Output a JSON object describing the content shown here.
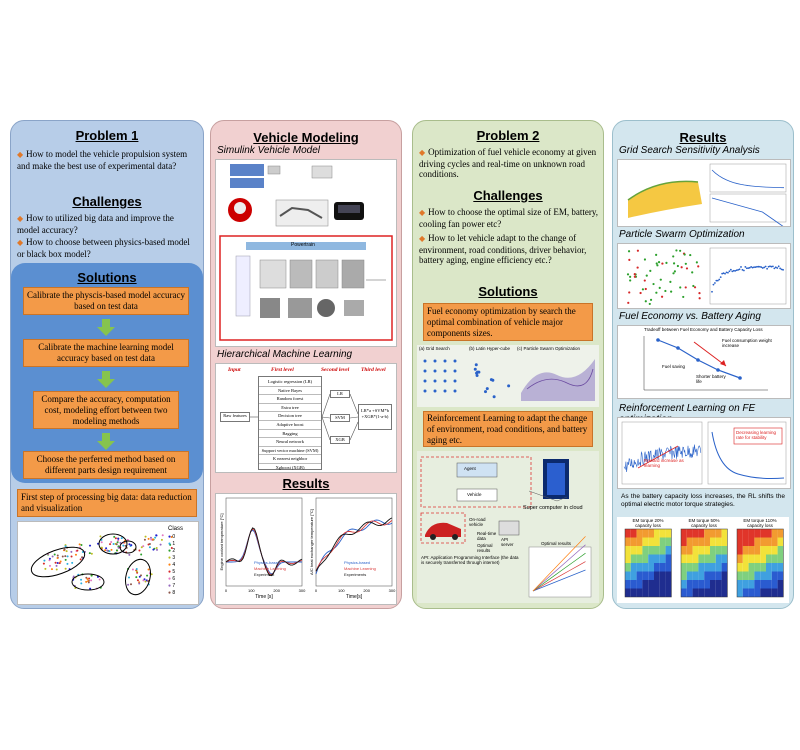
{
  "problem1": {
    "title": "Problem 1",
    "question": "How to model the vehicle propulsion system and make the best use of experimental data?",
    "challenges_title": "Challenges",
    "challenges": [
      "How to utilized big data and improve the model accuracy?",
      "How to choose between physics-based model or black box model?"
    ],
    "solutions_title": "Solutions",
    "solutions": [
      "Calibrate the physcis-based model accuracy based on test data",
      "Calibrate the machine learning model accuracy based on test data",
      "Compare the accuracy, computation cost, modeling effort between two modeling methods",
      "Choose the perferred method based on different parts design requirement"
    ],
    "bigdata_box": "First step of processing big data: data reduction and visualization",
    "legend_title": "Class",
    "legend_items": [
      "0",
      "1",
      "2",
      "3",
      "4",
      "5",
      "6",
      "7",
      "8"
    ],
    "legend_colors": [
      "#1f1fd0",
      "#2ab0e0",
      "#2ca02c",
      "#bcbd22",
      "#ff7f0e",
      "#d62728",
      "#e377c2",
      "#9467bd",
      "#8c564b"
    ]
  },
  "modeling": {
    "title": "Vehicle Modeling",
    "simulink_title": "Simulink Vehicle Model",
    "powertrain_label": "Powertrain",
    "hml_title": "Hierarchical Machine Learning",
    "level_headers": [
      "Input",
      "First level",
      "Second level",
      "Third level"
    ],
    "input_label": "Raw features",
    "first_level": [
      "Logistic regression (LR)",
      "Native Bayes",
      "Random forest",
      "Extra tree",
      "Decision tree",
      "Adaptive boost",
      "Bagging",
      "Neural network",
      "Support vector machine (SVM)",
      "K nearest neighbor",
      "Xgboost (XGB)"
    ],
    "second_level": [
      "LR",
      "SVM",
      "XGB"
    ],
    "third_level": "LR*a +SVM*b +XGB*(1-a-b)",
    "results_title": "Results",
    "chart1_ylabel": "Engine coolant temperature [°C]",
    "chart1_xlabel": "Time [s]",
    "chart1_legend": [
      "Physics-based",
      "Machine Learning",
      "Experiment"
    ],
    "chart2_ylabel": "A/C heat exchanger temperature [°C]",
    "chart2_xlabel": "Time[s]",
    "chart2_legend": [
      "Physics-based",
      "Machine Learning",
      "Experiments"
    ],
    "chart_x_ticks": [
      "0",
      "100",
      "200",
      "300"
    ]
  },
  "problem2": {
    "title": "Problem 2",
    "question": "Optimization of fuel vehicle economy at given driving cycles and real-time on unknown road conditions.",
    "challenges_title": "Challenges",
    "challenges": [
      "How to choose the optimal size of EM, battery, cooling fan power etc?",
      "How to let vehicle adapt to the change of environment, road conditions, driver behavior, battery aging, engine efficiency etc.?"
    ],
    "solutions_title": "Solutions",
    "solution1": "Fuel economy optimization by search the optimal combination of vehicle major components sizes.",
    "search_labels": [
      "(a) Grid Search",
      "(b) Latin Hyper-cube",
      "(c) Particle Swarm Optimization"
    ],
    "solution2": "Reinforcement Learning to adapt the change of environment, road conditions, and battery aging etc.",
    "agent_label": "Agent",
    "vehicle_label": "Vehicle",
    "onroad_label": "On-road vehicle",
    "realtime_label": "Real-time data",
    "optimal_label": "Optimal results",
    "api_label": "API server",
    "cloud_label": "Super computer in cloud",
    "api_caption": "API: Application Programming Interface (the data is securely transferred through internet)",
    "optimal_results_title": "Optimal results"
  },
  "results": {
    "title": "Results",
    "grid_title": "Grid Search Sensitivity Analysis",
    "pso_title": "Particle Swarm Optimization",
    "fe_title": "Fuel Economy vs. Battery Aging",
    "fe_chart_title": "Tradeoff between Fuel Economy and Battery Capacity Loss",
    "fe_annotations": [
      "Fuel consumption weight increase",
      "Fuel saving",
      "Shorter battery life"
    ],
    "rl_title": "Reinforcement Learning on FE optimization",
    "rl_annotations": [
      "Reward increase as learning",
      "Decreasing learning rate for stability"
    ],
    "caption": "As the battery capacity loss increases, the RL shifts the optimal electric motor torque strategies.",
    "heatmap_titles": [
      "EM torque 20% capacity loss",
      "EM torque 50% capacity loss",
      "EM torque 110% capacity loss"
    ]
  }
}
